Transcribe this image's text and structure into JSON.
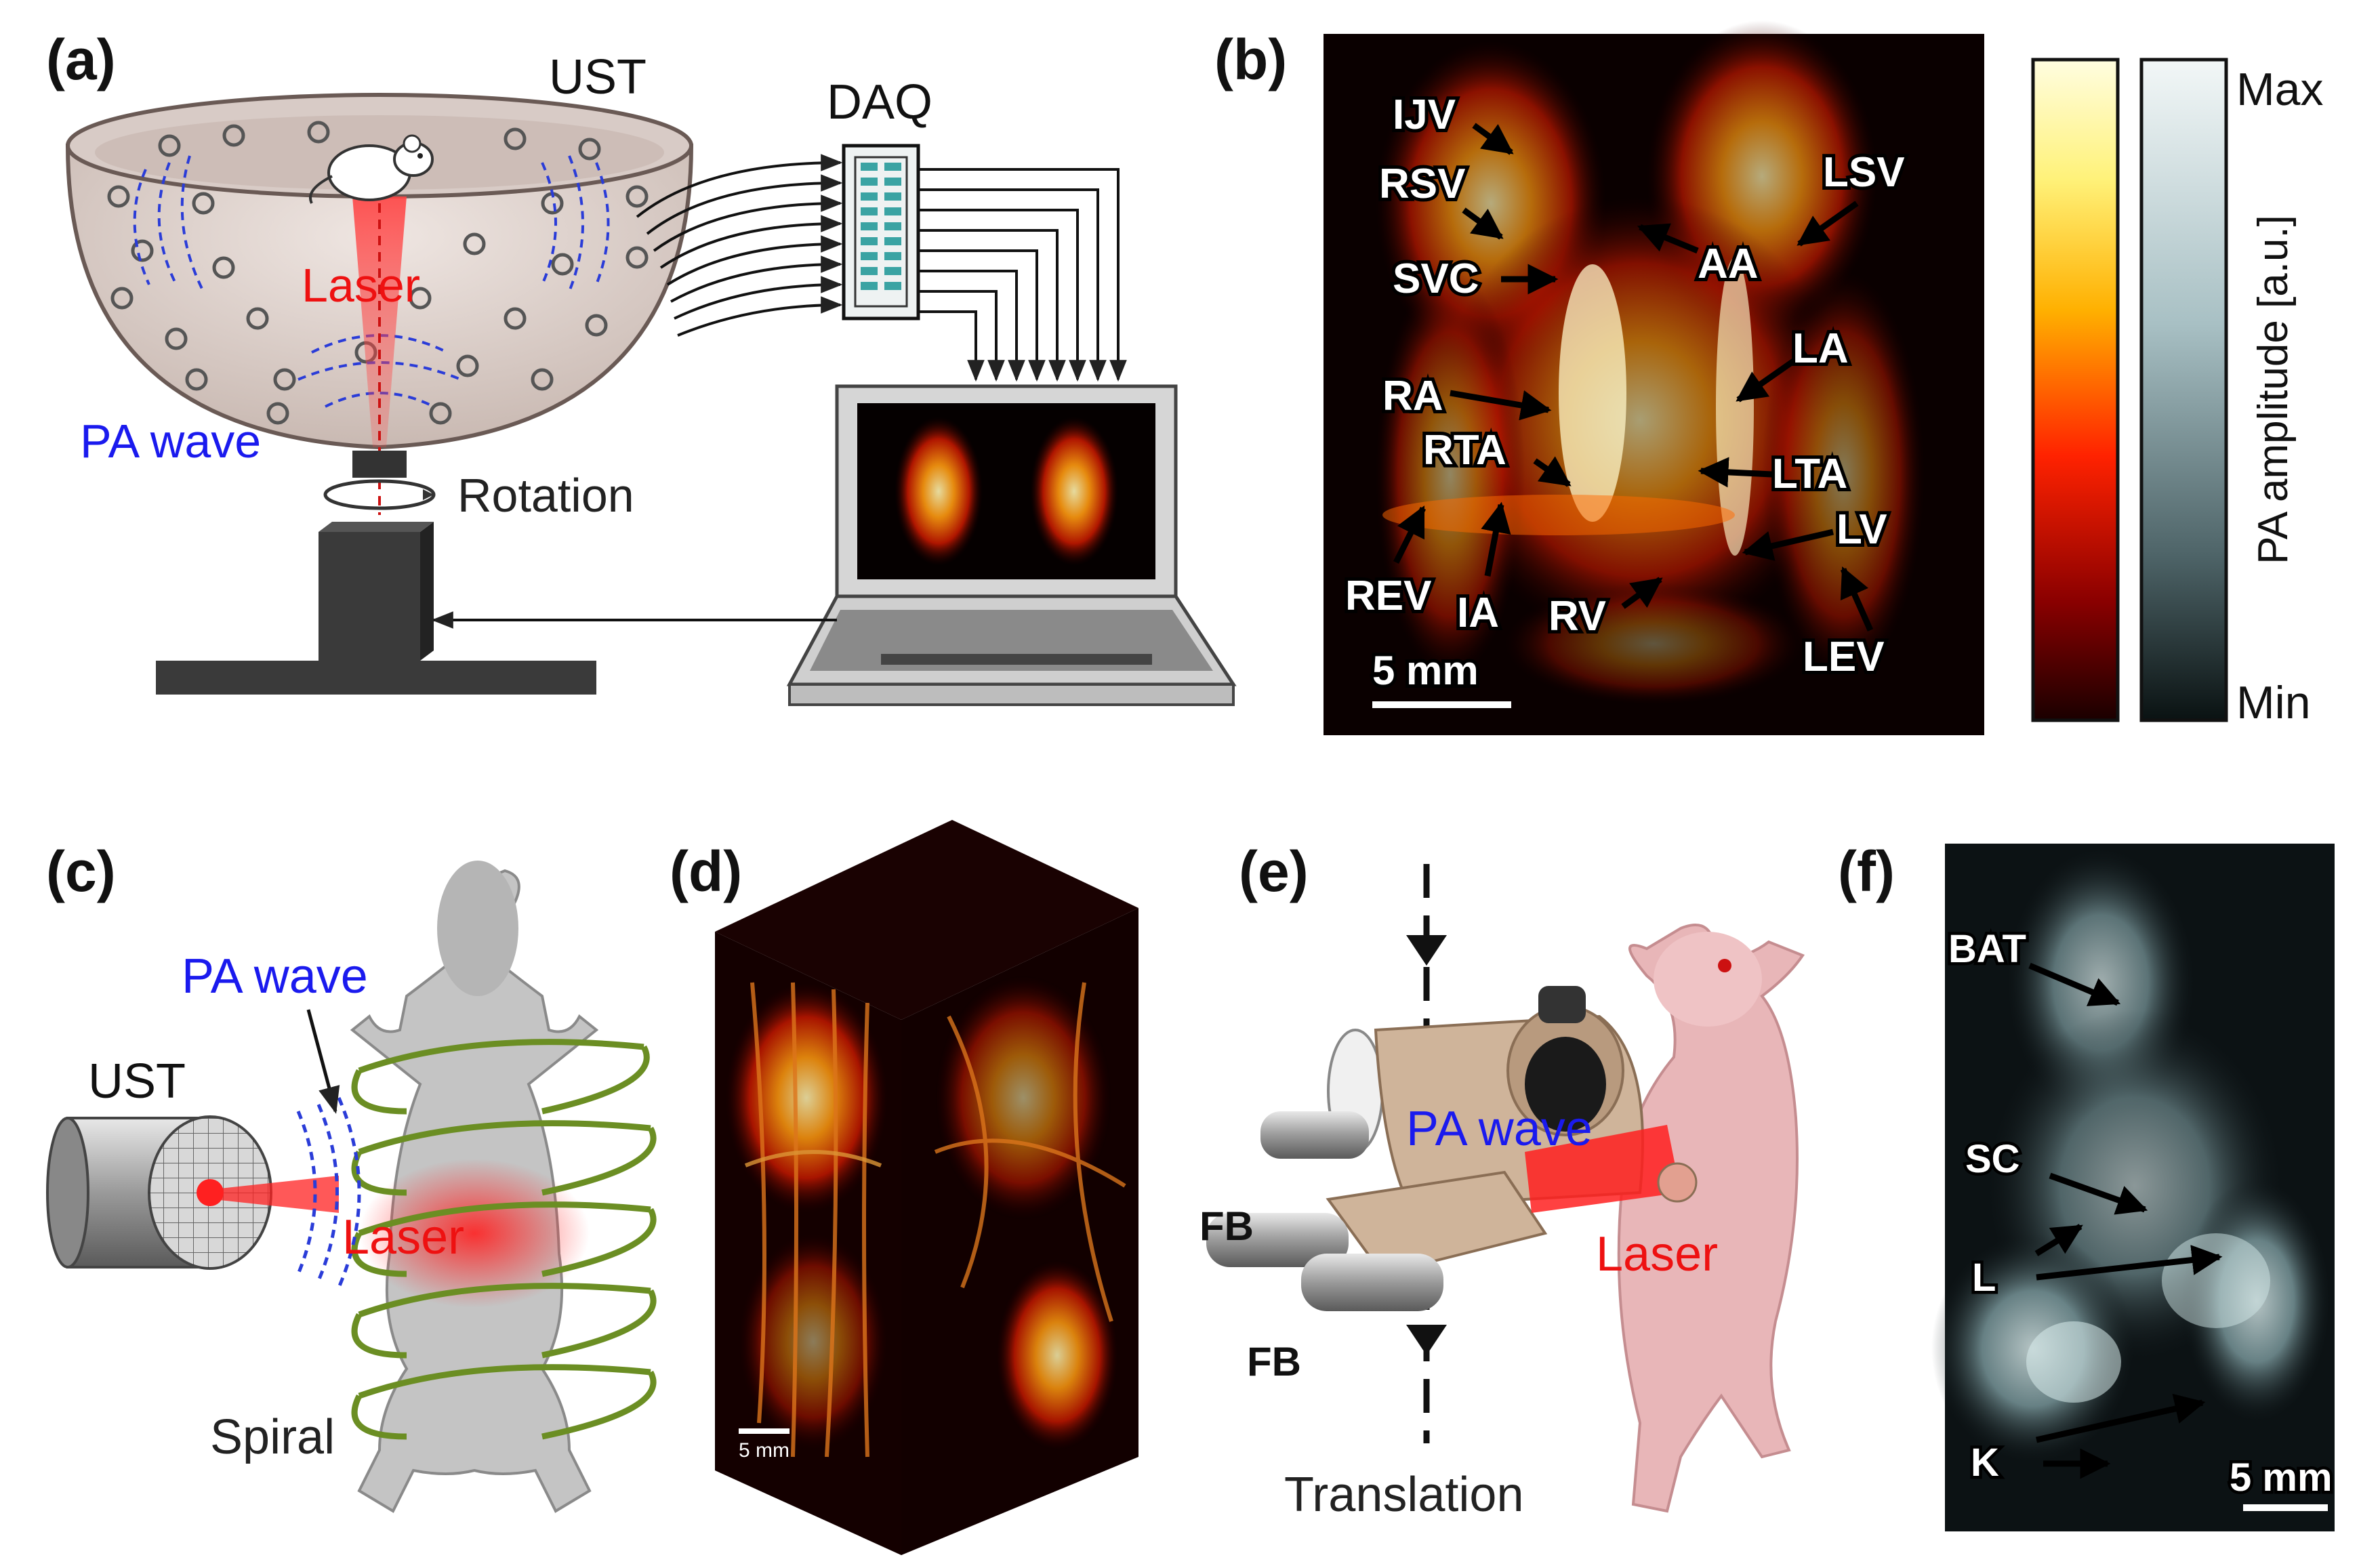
{
  "panels": {
    "a": {
      "label": "(a)",
      "ust": "UST",
      "daq": "DAQ",
      "laser": "Laser",
      "pa_wave": "PA wave",
      "rotation": "Rotation"
    },
    "b": {
      "label": "(b)",
      "vessels": [
        "IJV",
        "RSV",
        "SVC",
        "AA",
        "LSV",
        "LA",
        "RA",
        "RTA",
        "LTA",
        "LV",
        "REV",
        "IA",
        "RV",
        "LEV"
      ],
      "scale_bar": "5 mm",
      "colorbar": {
        "max": "Max",
        "min": "Min",
        "axis_label": "PA amplitude [a.u.]"
      }
    },
    "c": {
      "label": "(c)",
      "ust": "UST",
      "pa_wave": "PA wave",
      "laser": "Laser",
      "spiral": "Spiral"
    },
    "d": {
      "label": "(d)",
      "scale_bar": "5 mm"
    },
    "e": {
      "label": "(e)",
      "pa_wave": "PA wave",
      "laser": "Laser",
      "fb_top": "FB",
      "fb_bottom": "FB",
      "translation": "Translation"
    },
    "f": {
      "label": "(f)",
      "organs": [
        "BAT",
        "SC",
        "L",
        "K"
      ],
      "scale_bar": "5 mm"
    }
  },
  "colors": {
    "laser_red": "#ee1111",
    "pa_wave_blue": "#1a1aee",
    "dark_bg": "#0a0000",
    "spiral_green": "#6b8e23",
    "hot_top": "#fffde0",
    "gray_top": "#f2f7f7"
  }
}
